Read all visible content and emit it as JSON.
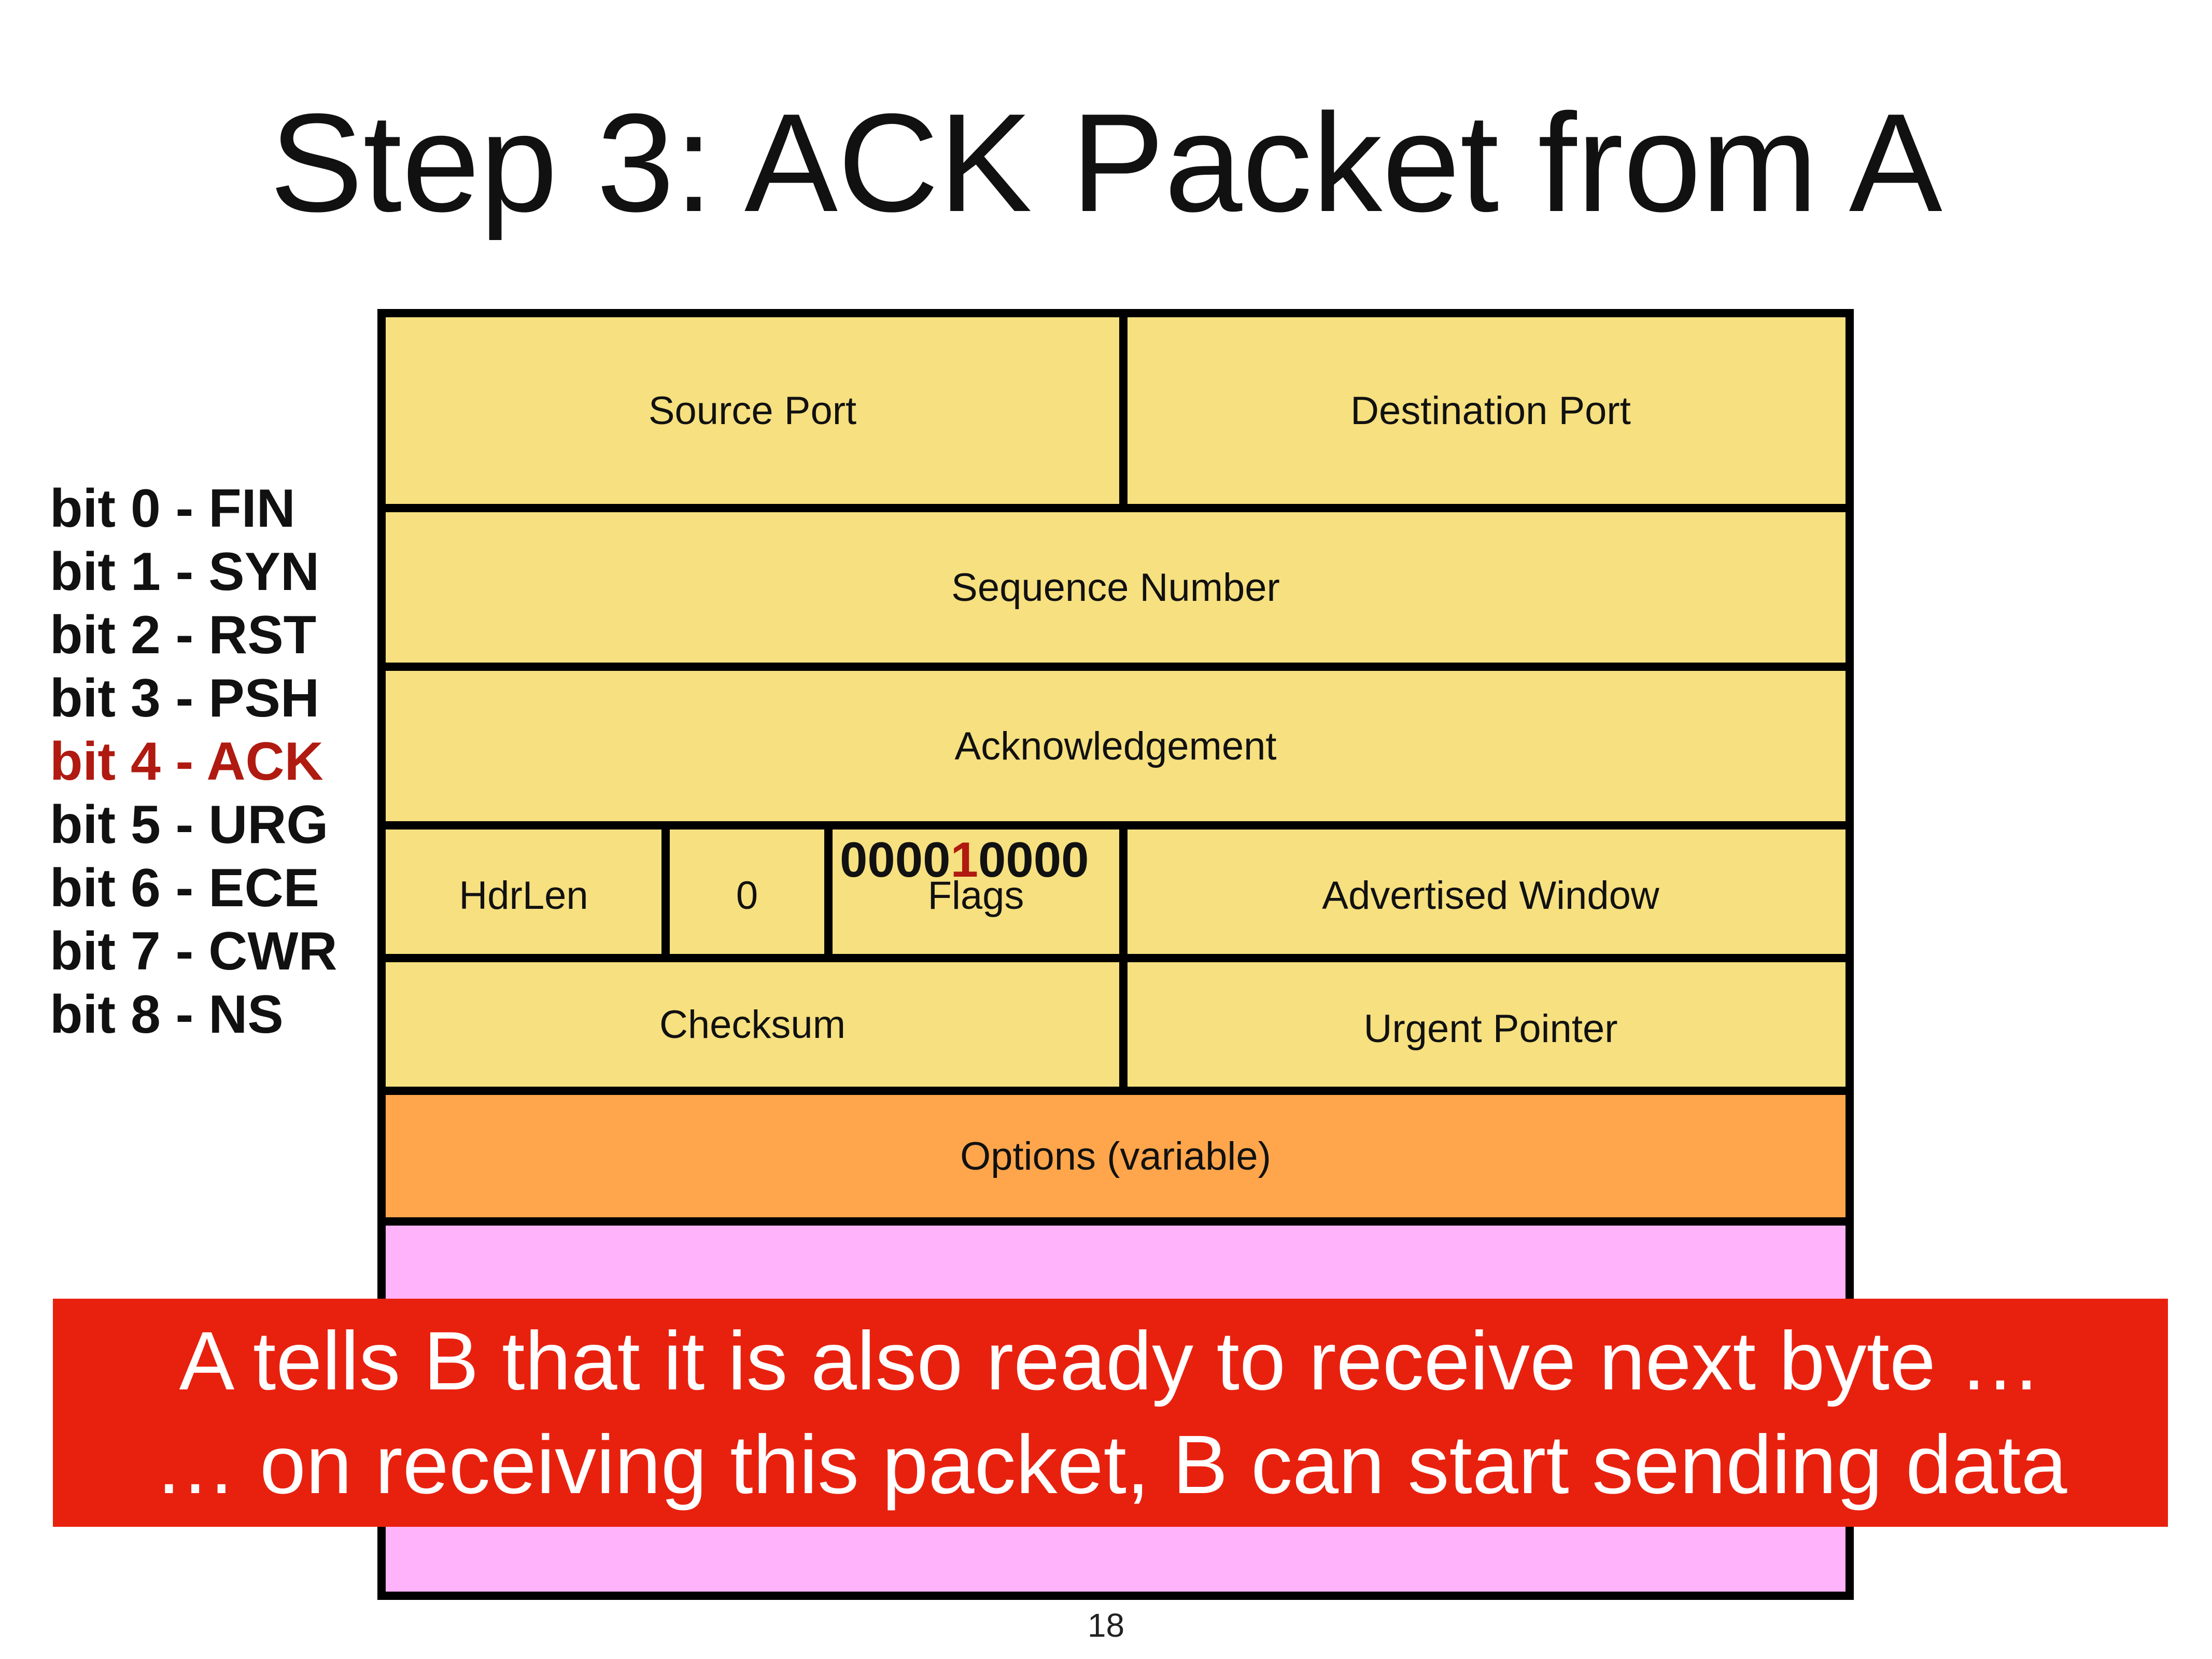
{
  "title": "Step 3: ACK Packet from A",
  "flag_bits": [
    {
      "label": "bit 0 - FIN",
      "highlighted": false
    },
    {
      "label": "bit 1 - SYN",
      "highlighted": false
    },
    {
      "label": "bit 2 - RST",
      "highlighted": false
    },
    {
      "label": "bit 3 - PSH",
      "highlighted": false
    },
    {
      "label": "bit 4 - ACK",
      "highlighted": true
    },
    {
      "label": "bit 5 - URG",
      "highlighted": false
    },
    {
      "label": "bit 6 - ECE",
      "highlighted": false
    },
    {
      "label": "bit 7 - CWR",
      "highlighted": false
    },
    {
      "label": "bit 8 - NS",
      "highlighted": false
    }
  ],
  "header": {
    "source_port": "Source Port",
    "destination_port": "Destination Port",
    "sequence_number": "Sequence Number",
    "acknowledgement": "Acknowledgement",
    "hdrlen": "HdrLen",
    "reserved": "0",
    "flags": "Flags",
    "flags_value": {
      "before": "0000",
      "set_bit": "1",
      "after": "0000"
    },
    "advertised_window": "Advertised Window",
    "checksum": "Checksum",
    "urgent_pointer": "Urgent Pointer",
    "options": "Options (variable)"
  },
  "callout": {
    "line1": "A tells B that it is also ready to receive next byte …",
    "line2": "… on receiving this packet, B can start sending data"
  },
  "page_number": "18",
  "colors": {
    "header_fields": "#f6e07f",
    "options": "#ffa64c",
    "data": "#ffb3fb",
    "callout_background": "#e8210f",
    "highlight_text": "#b01a10"
  }
}
